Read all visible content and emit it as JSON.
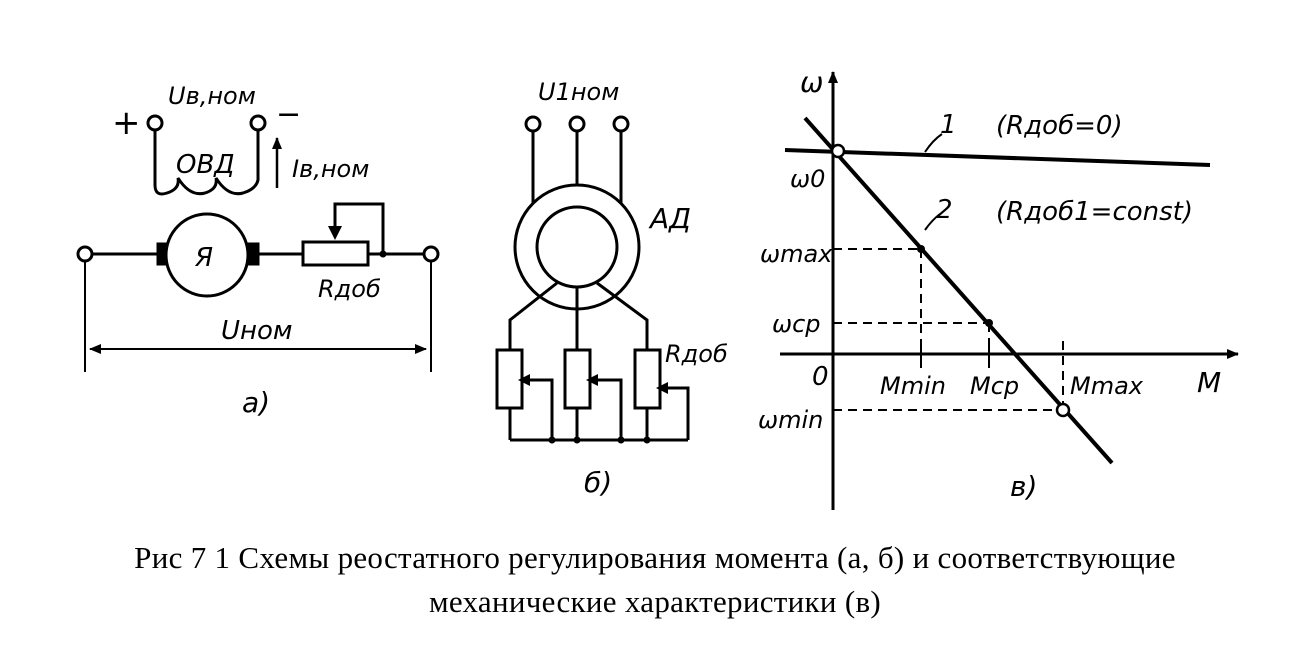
{
  "figure": {
    "caption_line1": "Рис  7 1  Схемы реостатного регулирования момента (а, б) и соответствующие",
    "caption_line2": "механические характеристики (в)"
  },
  "scheme_a": {
    "label": "а)",
    "supply_voltage": "Uв,ном",
    "plus_sign": "+",
    "minus_sign": "−",
    "field_winding": "ОВД",
    "field_current": "Iв,ном",
    "armature": "Я",
    "resistor": "Rдоб",
    "line_voltage": "Uном"
  },
  "scheme_b": {
    "label": "б)",
    "supply_voltage": "U1ном",
    "motor": "АД",
    "resistor": "Rдоб"
  },
  "scheme_c": {
    "label": "в)",
    "y_axis": "ω",
    "x_axis": "M",
    "origin": "0",
    "line1_label": "1",
    "line1_condition": "(Rдоб=0)",
    "line2_label": "2",
    "line2_condition": "(Rдоб1=const)",
    "y_ticks": [
      "ω0",
      "ωmax",
      "ωср",
      "ωmin"
    ],
    "x_ticks": [
      "Mmin",
      "Mср",
      "Mmax"
    ]
  }
}
